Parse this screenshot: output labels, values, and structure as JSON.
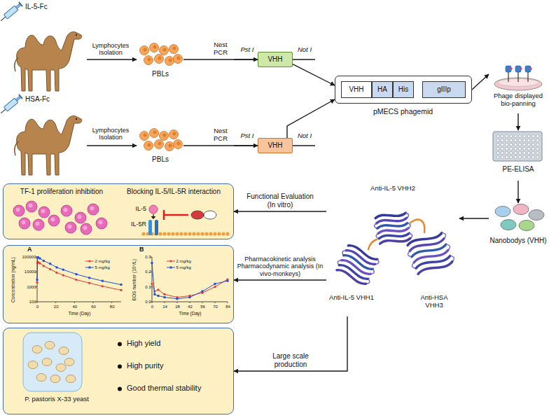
{
  "diagram": {
    "nodes": [
      {
        "text": [
          "PBLs"
        ]
      },
      {
        "text": [
          "VHH"
        ]
      },
      {
        "text": [
          "pMECS phagemid"
        ]
      },
      {
        "text": [
          "VHH"
        ],
        "in": 2
      },
      {
        "text": [
          "HA"
        ],
        "in": 2
      },
      {
        "text": [
          "His"
        ],
        "in": 2
      },
      {
        "text": [
          "gIIIp"
        ],
        "in": 2
      },
      {
        "text": [
          "Phage displayed bio-panning"
        ]
      },
      {
        "text": [
          "PBLs"
        ]
      },
      {
        "text": [
          "VHH"
        ]
      },
      {
        "text": [
          "PE-ELISA"
        ]
      },
      {
        "text": [
          "TF-1 proliferation inhibition",
          "Blocking IL-5/IL-5R interaction",
          "IL-5",
          "IL-5R"
        ]
      },
      {
        "text": [
          "Anti-IL-5 VHH2",
          "Anti-IL-5 VHH1",
          "Anti-HSA VHH3"
        ]
      },
      {
        "text": [
          "Nanobodys (VHH)"
        ]
      },
      {
        "text": [
          "A",
          "B"
        ]
      },
      {
        "text": [
          "P. pastoris X-33 yeast",
          "High yield",
          "High purity",
          "Good thermal stability"
        ]
      }
    ],
    "edges": [
      {
        "from": 0,
        "to": 1,
        "arrow": "to",
        "label": "Nest PCR"
      },
      {
        "from": 1,
        "to": 2,
        "arrow": "to"
      },
      {
        "from": 8,
        "to": 9,
        "arrow": "to",
        "label": "Nest PCR"
      },
      {
        "from": 9,
        "to": 2,
        "arrow": "to"
      },
      {
        "from": 2,
        "to": 7,
        "arrow": "to"
      },
      {
        "from": 7,
        "to": 10,
        "arrow": "to"
      },
      {
        "from": 10,
        "to": 13,
        "arrow": "to"
      },
      {
        "from": 13,
        "to": 12,
        "arrow": "to"
      },
      {
        "from": 12,
        "to": 11,
        "arrow": "to",
        "label": "Functional Evaluation (In vitro)"
      },
      {
        "from": 12,
        "to": 14,
        "arrow": "to",
        "label": "Pharmacokinetic analysis Pharmacodynamic analysis (In vivo-monkeys)"
      },
      {
        "from": 12,
        "to": 15,
        "arrow": "to",
        "label": "Large scale production"
      }
    ],
    "labels": [
      "IL-5-Fc",
      "Lymphocytes Isolation",
      "Pst I",
      "Not I",
      "HSA-Fc",
      "Lymphocytes Isolation",
      "Pst I",
      "Not I",
      "Concentration (ng/mL)",
      "Time (Day)",
      "100",
      "1000",
      "10000",
      "100000",
      "0",
      "20",
      "40",
      "60",
      "80",
      "EOS number (10⁹/L)",
      "Time (Day)",
      "0.0",
      "0.1",
      "0.2",
      "0.3",
      "0",
      "14",
      "28",
      "42",
      "56",
      "70",
      "84"
    ],
    "legend": [
      {
        "text": "2 mg/kg"
      },
      {
        "text": "5 mg/kg"
      },
      {
        "text": "2 mg/kg"
      },
      {
        "text": "5 mg/kg"
      }
    ]
  }
}
